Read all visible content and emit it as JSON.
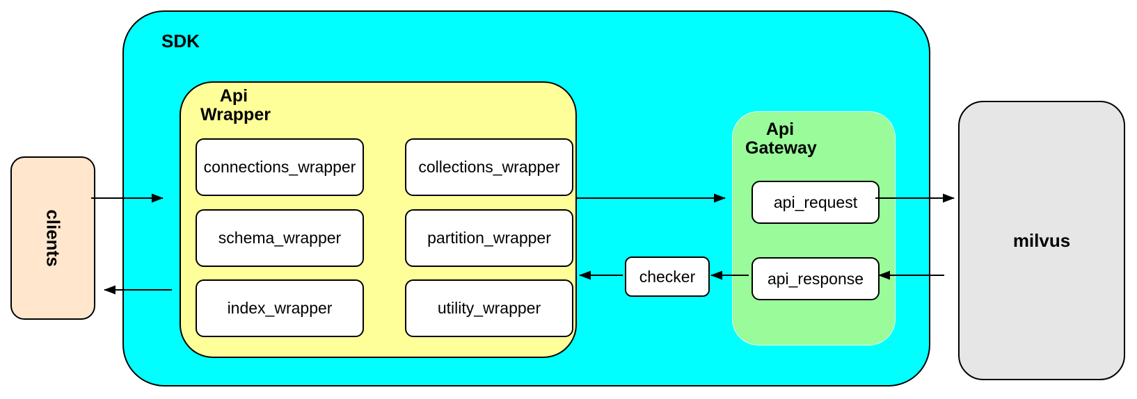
{
  "diagram": {
    "clients_label": "clients",
    "milvus_label": "milvus",
    "sdk": {
      "label": "SDK",
      "api_wrapper": {
        "label": "Api\nWrapper",
        "boxes": [
          "connections_wrapper",
          "collections_wrapper",
          "schema_wrapper",
          "partition_wrapper",
          "index_wrapper",
          "utility_wrapper"
        ]
      },
      "checker_label": "checker",
      "api_gateway": {
        "label": "Api\nGateway",
        "request_label": "api_request",
        "response_label": "api_response"
      }
    },
    "connections": [
      {
        "from": "clients",
        "to": "sdk"
      },
      {
        "from": "api_wrapper",
        "to": "api_gateway"
      },
      {
        "from": "api_request",
        "to": "milvus"
      },
      {
        "from": "milvus",
        "to": "api_response"
      },
      {
        "from": "api_response",
        "to": "checker"
      },
      {
        "from": "checker",
        "to": "api_wrapper"
      },
      {
        "from": "api_wrapper",
        "to": "clients"
      }
    ]
  },
  "colors": {
    "sdk_fill": "#00ffff",
    "api_wrapper_fill": "#ffff99",
    "api_gateway_fill": "#99fb99",
    "clients_fill": "#ffe6cc",
    "milvus_fill": "#e6e6e6",
    "node_fill": "#ffffff",
    "border": "#000000"
  }
}
